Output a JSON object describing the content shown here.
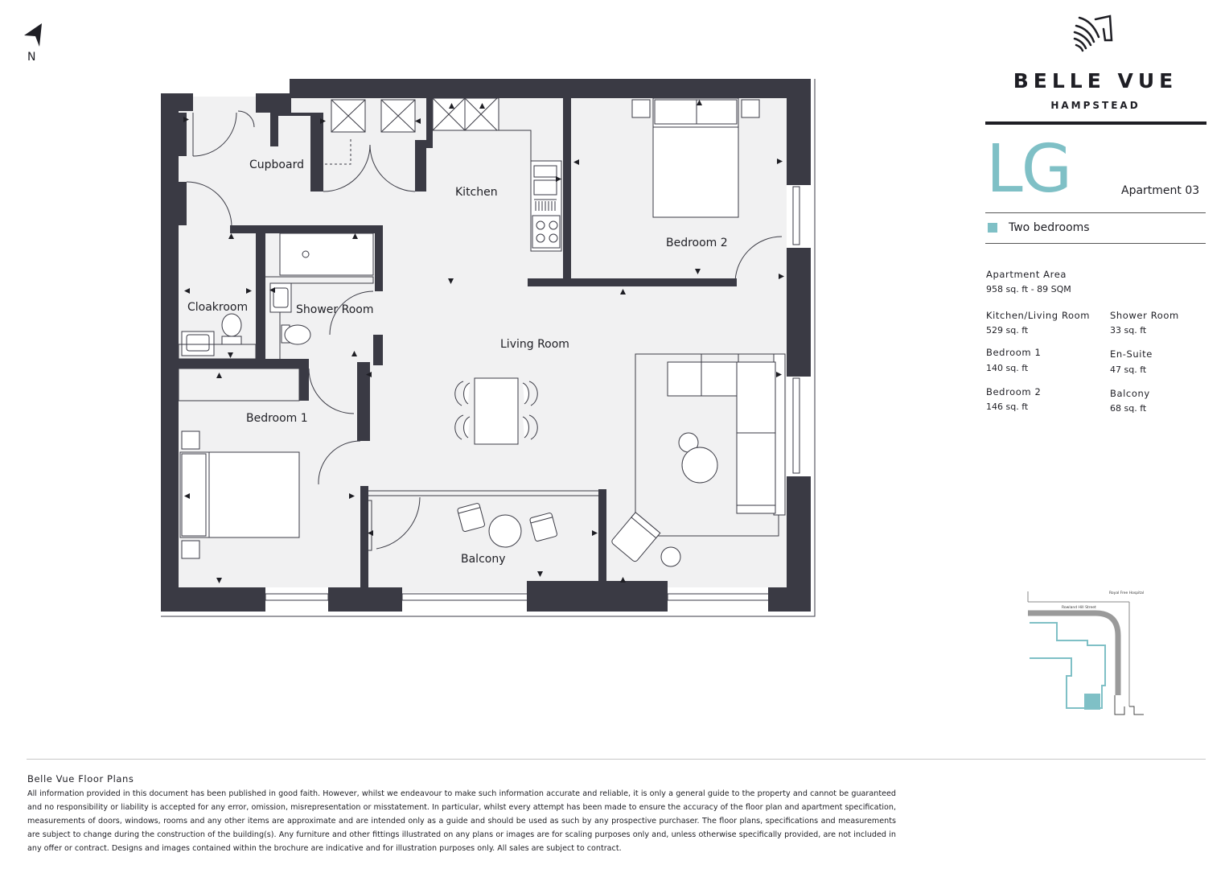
{
  "compass": {
    "north_label": "N",
    "icon": "north-arrow-icon"
  },
  "brand": {
    "logo_icon": "horse-head-logo-icon",
    "name": "BELLE VUE",
    "location": "HAMPSTEAD"
  },
  "apartment": {
    "level": "LG",
    "name": "Apartment 03",
    "type_label": "Two bedrooms"
  },
  "areas": {
    "total": {
      "label": "Apartment Area",
      "value": "958 sq. ft - 89 SQM"
    },
    "kitchen_living": {
      "label": "Kitchen/Living Room",
      "value": "529 sq. ft"
    },
    "shower_room": {
      "label": "Shower Room",
      "value": "33 sq. ft"
    },
    "bedroom1": {
      "label": "Bedroom 1",
      "value": "140 sq. ft"
    },
    "ensuite": {
      "label": "En-Suite",
      "value": "47 sq. ft"
    },
    "bedroom2": {
      "label": "Bedroom 2",
      "value": "146 sq. ft"
    },
    "balcony": {
      "label": "Balcony",
      "value": "68 sq. ft"
    }
  },
  "rooms": {
    "cupboard": "Cupboard",
    "kitchen": "Kitchen",
    "bedroom2": "Bedroom 2",
    "cloakroom": "Cloakroom",
    "shower_room": "Shower Room",
    "living_room": "Living Room",
    "bedroom1": "Bedroom 1",
    "balcony": "Balcony"
  },
  "keyplan": {
    "hospital": "Royal Free Hospital",
    "street": "Rowland Hill Street"
  },
  "colors": {
    "wall": "#3a3a44",
    "floor": "#f1f1f2",
    "accent": "#7fc0c6"
  },
  "footer": {
    "title": "Belle Vue Floor Plans",
    "disclaimer": "All information provided in this document has been published in good faith. However, whilst we endeavour to make such information accurate and reliable, it is only a general guide to the property and cannot be guaranteed and no responsibility or liability is accepted for any error, omission, misrepresentation or misstatement. In particular, whilst every attempt has been made to ensure the accuracy of the floor plan and apartment specification, measurements of doors, windows, rooms and any other items are approximate and are intended only as a guide and should be used as such by any prospective purchaser. The floor plans, specifications and measurements are subject to change during the construction of the building(s). Any furniture and other fittings illustrated on any plans or images are for scaling purposes only and, unless otherwise specifically provided, are not included in any offer or contract. Designs and images contained within the brochure are indicative and for illustration purposes only. All sales are subject to contract."
  }
}
